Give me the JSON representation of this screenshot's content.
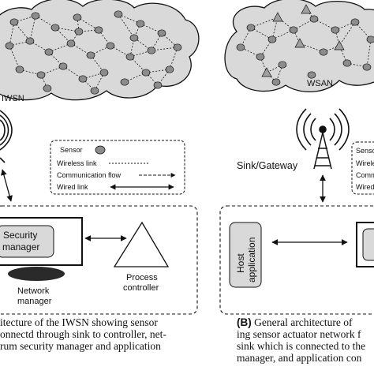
{
  "left_panel": {
    "cloud_label": "IWSN",
    "legend": {
      "sensor": "Sensor",
      "wireless_link": "Wireless link",
      "communication_flow": "Communication flow",
      "wired_link": "Wired link"
    },
    "security_manager_line1": "Security",
    "security_manager_line2": "manager",
    "network_manager_line1": "Network",
    "network_manager_line2": "manager",
    "process_controller_line1": "Process",
    "process_controller_line2": "controller",
    "caption_lines": [
      "itecture of the IWSN showing sensor",
      "onnectd through sink to controller, net-",
      "rum security manager and application"
    ]
  },
  "right_panel": {
    "cloud_label": "WSAN",
    "sink_label": "Sink/Gateway",
    "legend_partial": [
      "Senso",
      "Wirele",
      "Commu",
      "Wired"
    ],
    "host_line1": "Host",
    "host_line2": "application",
    "caption_prefix": "(B)",
    "caption_lines": [
      "General architecture of",
      "ing sensor actuator network f",
      "sink which is connected to the",
      "manager, and application con"
    ]
  },
  "colors": {
    "cloud_fill": "#d9d9d9",
    "node_fill": "#8c8c8c",
    "actuator_fill": "#a0a0a0",
    "stroke": "#111111"
  }
}
